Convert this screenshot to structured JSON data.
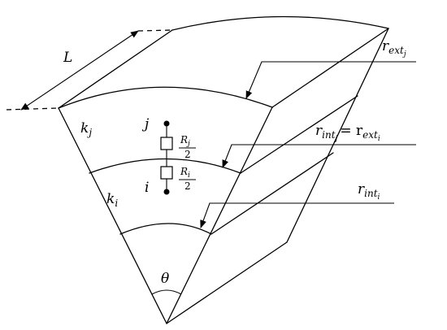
{
  "diagram": {
    "labels": {
      "length": "L",
      "k_j": "k",
      "k_j_sub": "j",
      "k_i": "k",
      "k_i_sub": "i",
      "node_j": "j",
      "node_i": "i",
      "res_j_num": "R",
      "res_j_num_sub": "j",
      "res_j_den": "2",
      "res_i_num": "R",
      "res_i_num_sub": "i",
      "res_i_den": "2",
      "theta": "θ",
      "r_ext": "r",
      "r_ext_sub": "ext",
      "r_ext_subsub": "j",
      "r_mid_left": "r",
      "r_mid_left_sub": "int",
      "r_mid_left_subsub": "j",
      "r_mid_eq": "= r",
      "r_mid_right_sub": "ext",
      "r_mid_right_subsub": "i",
      "r_int": "r",
      "r_int_sub": "int",
      "r_int_subsub": "i"
    }
  }
}
